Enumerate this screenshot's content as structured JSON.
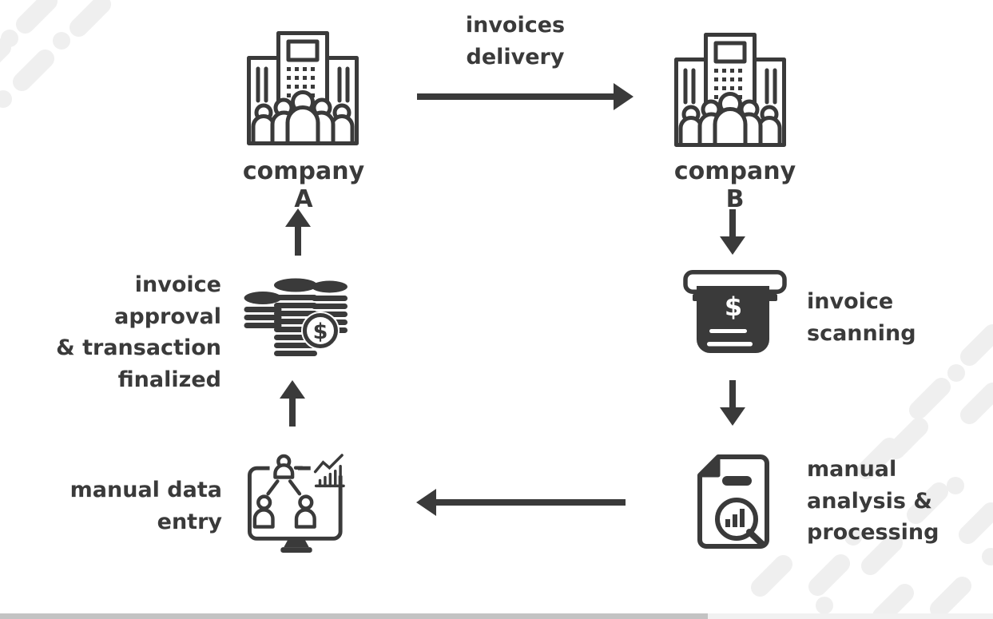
{
  "colors": {
    "ink": "#3a3a3a",
    "pattern": "#efefef",
    "bottom_bar_thumb": "#c3c3c3",
    "bottom_bar_track": "#f1f1f1",
    "background": "#ffffff"
  },
  "flow": {
    "top_edge_label": "invoices\ndelivery"
  },
  "nodes": {
    "company_a": {
      "label": "company A"
    },
    "company_b": {
      "label": "company B"
    },
    "scanning": {
      "label": "invoice\nscanning"
    },
    "analysis": {
      "label": "manual\nanalysis &\nprocessing"
    },
    "data_entry": {
      "label": "manual data\nentry"
    },
    "approval": {
      "label": "invoice approval\n& transaction\nfinalized"
    }
  },
  "icons": {
    "company": "building-with-people-icon",
    "scanning": "receipt-scanner-icon",
    "analysis": "document-magnifier-chart-icon",
    "data_entry": "monitor-orgchart-icon",
    "approval": "coin-stacks-dollar-icon",
    "dollar_sign": "$"
  }
}
